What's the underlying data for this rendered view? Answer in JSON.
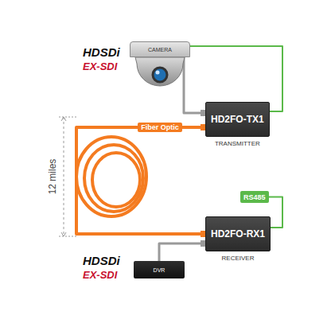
{
  "diagram": {
    "nodes": [
      {
        "text": [
          "CAMERA"
        ]
      },
      {
        "text": [
          "HD2FO-TX1",
          "TRANSMITTER"
        ]
      },
      {
        "text": [
          "RS485"
        ]
      },
      {
        "text": [
          "HD2FO-RX1",
          "RECEIVER"
        ]
      },
      {
        "text": [
          "DVR"
        ]
      }
    ],
    "edges": [
      {
        "from": 0,
        "to": 1,
        "arrow": "none"
      },
      {
        "from": 0,
        "to": 1,
        "arrow": "none"
      },
      {
        "from": 1,
        "to": 3,
        "label": "Fiber Optic",
        "arrow": "none"
      },
      {
        "from": 2,
        "to": 3,
        "arrow": "none"
      },
      {
        "from": 4,
        "to": 3,
        "arrow": "none"
      }
    ],
    "labels": [
      "HDSDi",
      "EX-SDI",
      "HDSDi",
      "EX-SDI",
      "12 miles"
    ]
  }
}
